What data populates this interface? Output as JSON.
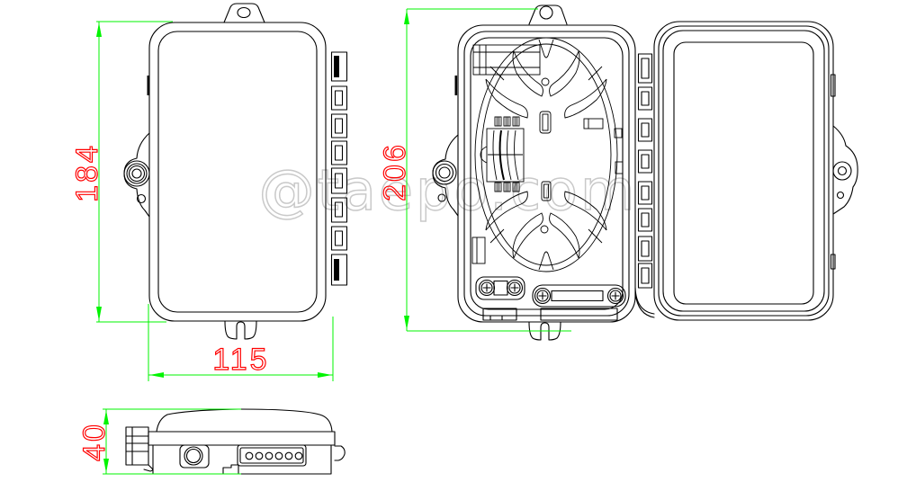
{
  "drawing": {
    "watermark": "@taepo.com",
    "dimensions": {
      "front_height": "184",
      "front_width": "115",
      "open_height": "206",
      "side_height": "40"
    },
    "colors": {
      "outline": "#000000",
      "dimension_line": "#00f400",
      "dimension_text": "#ff0000",
      "watermark": "#c9c9c9",
      "background": "#ffffff"
    }
  }
}
